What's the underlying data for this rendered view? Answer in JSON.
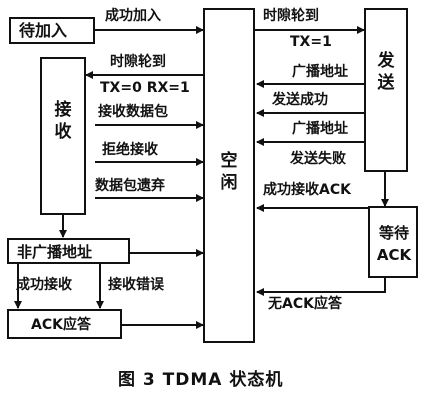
{
  "states": {
    "wait_join": "待加入",
    "receive": "接收",
    "idle": "空闲",
    "send": "发送",
    "wait_ack": "等待ACK",
    "non_broadcast": "非广播地址",
    "ack_reply": "ACK应答"
  },
  "transitions": {
    "join_success": "成功加入",
    "slot_arrive_send_1": "时隙轮到",
    "slot_arrive_send_2": "TX=1",
    "slot_arrive_recv_1": "时隙轮到",
    "slot_arrive_recv_2": "TX=0  RX=1",
    "broadcast_addr_1": "广播地址",
    "send_success": "发送成功",
    "broadcast_addr_2": "广播地址",
    "recv_packet": "接收数据包",
    "reject_recv": "拒绝接收",
    "packet_drop": "数据包遗弃",
    "send_fail": "发送失败",
    "ack_recv_success": "成功接收ACK",
    "recv_success": "成功接收",
    "recv_error": "接收错误",
    "no_ack_reply": "无ACK应答"
  },
  "caption": "图 3   TDMA 状态机"
}
